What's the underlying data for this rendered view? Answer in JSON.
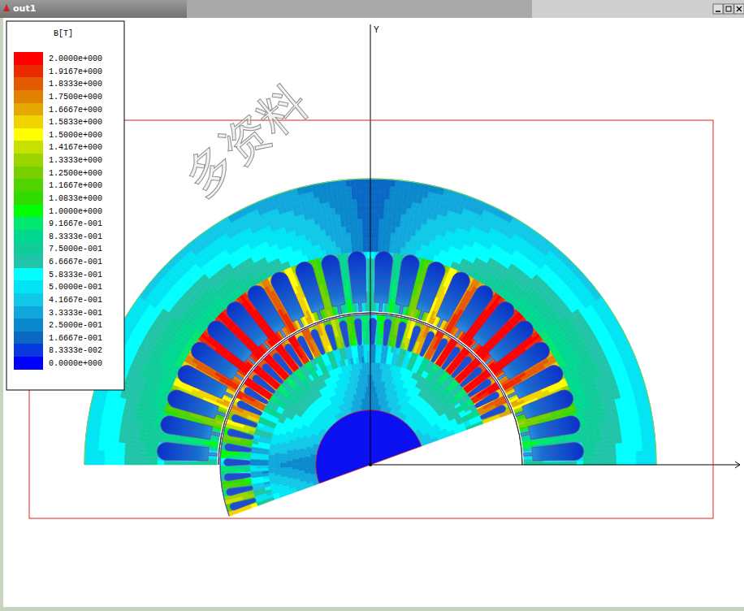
{
  "diagram": {
    "labels": [
      "out1",
      "B[T]",
      "Y",
      "多资料"
    ],
    "legend": [
      {
        "text": "2.0000e+000",
        "color": "#ff0000"
      },
      {
        "text": "1.9167e+000",
        "color": "#ec2a00"
      },
      {
        "text": "1.8333e+000",
        "color": "#e45a00"
      },
      {
        "text": "1.7500e+000",
        "color": "#e08200"
      },
      {
        "text": "1.6667e+000",
        "color": "#e4a800"
      },
      {
        "text": "1.5833e+000",
        "color": "#f0d400"
      },
      {
        "text": "1.5000e+000",
        "color": "#ffff00"
      },
      {
        "text": "1.4167e+000",
        "color": "#c8e000"
      },
      {
        "text": "1.3333e+000",
        "color": "#9cd400"
      },
      {
        "text": "1.2500e+000",
        "color": "#78d000"
      },
      {
        "text": "1.1667e+000",
        "color": "#50d400"
      },
      {
        "text": "1.0833e+000",
        "color": "#30dc00"
      },
      {
        "text": "1.0000e+000",
        "color": "#00ff00"
      },
      {
        "text": "9.1667e-001",
        "color": "#00e870"
      },
      {
        "text": "8.3333e-001",
        "color": "#00d890"
      },
      {
        "text": "7.5000e-001",
        "color": "#10cc98"
      },
      {
        "text": "6.6667e-001",
        "color": "#20c4a8"
      },
      {
        "text": "5.8333e-001",
        "color": "#00ffff"
      },
      {
        "text": "5.0000e-001",
        "color": "#00e4f4"
      },
      {
        "text": "4.1667e-001",
        "color": "#10c8e8"
      },
      {
        "text": "3.3333e-001",
        "color": "#10a8dc"
      },
      {
        "text": "2.5000e-001",
        "color": "#0a88cc"
      },
      {
        "text": "1.6667e-001",
        "color": "#0868c4"
      },
      {
        "text": "8.3333e-002",
        "color": "#0838e0"
      },
      {
        "text": "0.0000e+000",
        "color": "#0000ff"
      }
    ]
  }
}
